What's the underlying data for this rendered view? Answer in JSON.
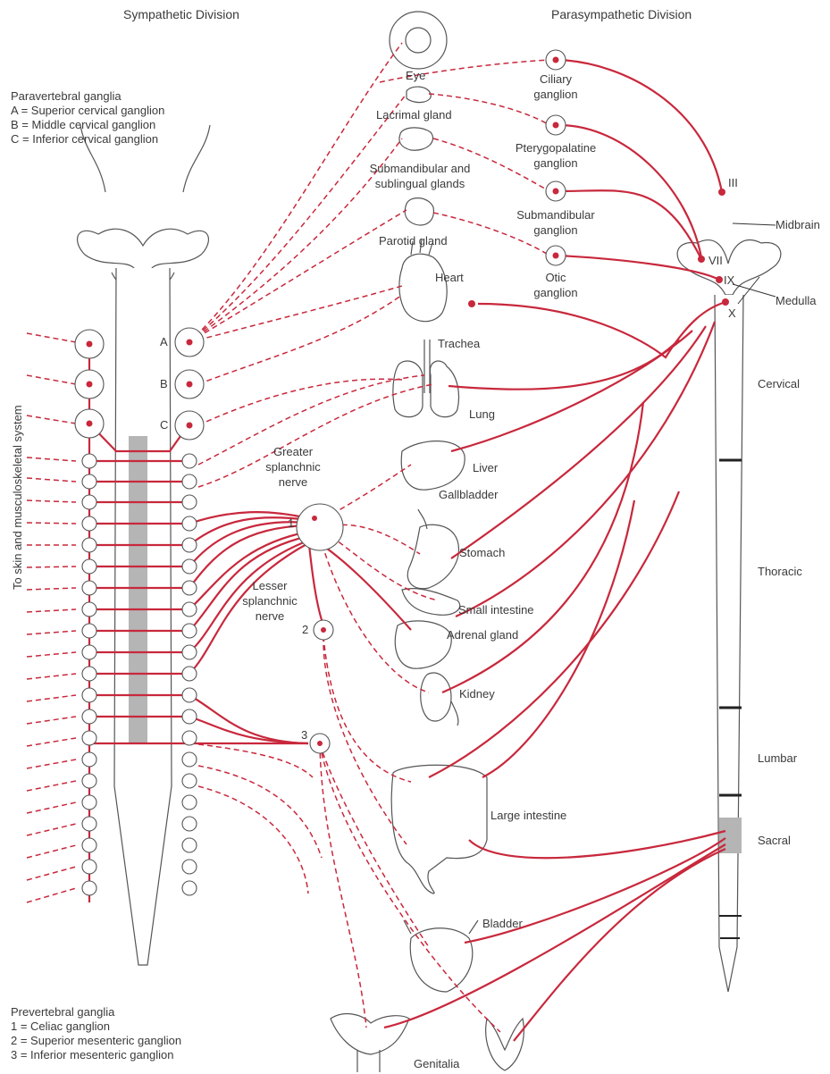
{
  "headers": {
    "sympathetic": "Sympathetic Division",
    "parasympathetic": "Parasympathetic Division"
  },
  "paravertebral": {
    "title": "Paravertebral ganglia",
    "items": [
      "A = Superior cervical ganglion",
      "B = Middle cervical ganglion",
      "C = Inferior cervical ganglion"
    ]
  },
  "prevertebral": {
    "title": "Prevertebral ganglia",
    "items": [
      "1 = Celiac ganglion",
      "2 = Superior mesenteric ganglion",
      "3 = Inferior mesenteric ganglion"
    ]
  },
  "side_label": "To skin and musculoskeletal system",
  "chain_letters": [
    "A",
    "B",
    "C"
  ],
  "prevertebral_numbers": [
    "1",
    "2",
    "3"
  ],
  "splanchnic": {
    "greater": [
      "Greater",
      "splanchnic",
      "nerve"
    ],
    "lesser": [
      "Lesser",
      "splanchnic",
      "nerve"
    ]
  },
  "organs": {
    "eye": "Eye",
    "lacrimal": "Lacrimal gland",
    "submandibular": [
      "Submandibular and",
      "sublingual glands"
    ],
    "parotid": "Parotid gland",
    "heart": "Heart",
    "trachea": "Trachea",
    "lung": "Lung",
    "liver": "Liver",
    "gallbladder": "Gallbladder",
    "stomach": "Stomach",
    "small_intestine": "Small intestine",
    "adrenal": "Adrenal gland",
    "kidney": "Kidney",
    "large_intestine": "Large intestine",
    "bladder": "Bladder",
    "genitalia": "Genitalia"
  },
  "para_ganglia": {
    "ciliary": [
      "Ciliary",
      "ganglion"
    ],
    "pterygopalatine": [
      "Pterygopalatine",
      "ganglion"
    ],
    "submandibular": [
      "Submandibular",
      "ganglion"
    ],
    "otic": [
      "Otic",
      "ganglion"
    ]
  },
  "cranial_nerves": [
    "III",
    "VII",
    "IX",
    "X"
  ],
  "brainstem": {
    "midbrain": "Midbrain",
    "medulla": "Medulla"
  },
  "cord_regions": [
    "Cervical",
    "Thoracic",
    "Lumbar",
    "Sacral"
  ],
  "colors": {
    "nerve": "#c8283c",
    "outline": "#555555",
    "cord_gray": "#b5b5b5"
  }
}
